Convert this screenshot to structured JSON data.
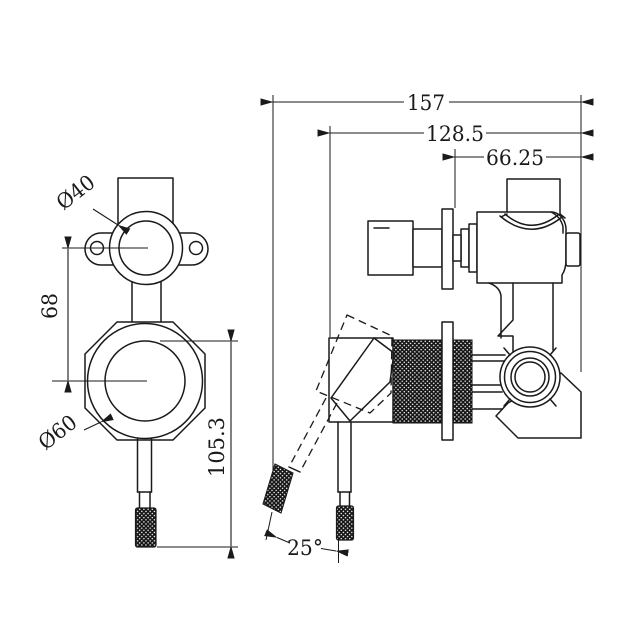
{
  "drawing_labels": {
    "front_view": {
      "knob_diameter": "Ø40",
      "center_spacing": "68",
      "dial_diameter": "Ø60",
      "overall_height": "105.3"
    },
    "side_view": {
      "overall_depth": "157",
      "body_depth": "128.5",
      "valve_depth": "66.25",
      "lever_angle": "25°"
    }
  },
  "colors": {
    "line": "#1a1a1a",
    "knurl_fill": "#151515",
    "background": "#ffffff"
  }
}
